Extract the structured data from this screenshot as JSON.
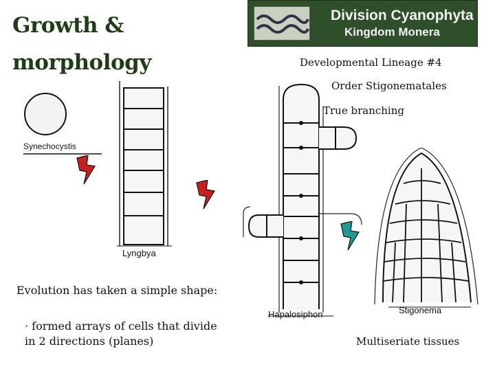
{
  "slide": {
    "title_line1": "Growth &",
    "title_line2": "morphology"
  },
  "banner": {
    "line1": "Division Cyanophyta",
    "line2": "Kingdom Monera",
    "background": "#2f4f2a"
  },
  "labels": {
    "lineage": "Developmental Lineage #4",
    "order": "Order Stigonematales",
    "branching": "True branching",
    "synechocystis": "Synechocystis",
    "lyngbya": "Lyngbya",
    "hapalosiphon": "Hapalosiphon",
    "stigonema": "Stigonema",
    "multiseriate": "Multiseriate tissues"
  },
  "text": {
    "evolution": "Evolution has taken a simple shape:",
    "bullet": "· formed arrays of cells that divide in 2 directions (planes)"
  },
  "colors": {
    "lightning_red": "#c8201e",
    "lightning_teal": "#1c9a9a",
    "title": "#1f3d14"
  },
  "icons": [
    "lightning-bolt-icon"
  ]
}
